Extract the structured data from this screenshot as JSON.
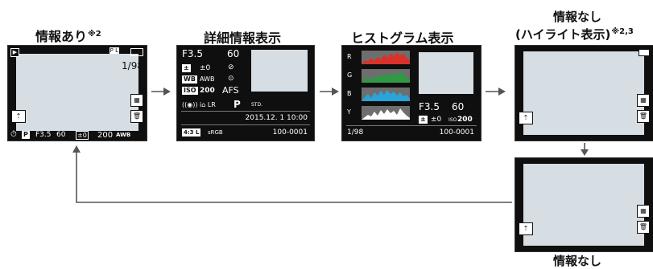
{
  "screens": {
    "info_on": {
      "title": "情報あり",
      "note": "※2",
      "top_right_line1": "P L",
      "frame_count": "1/98",
      "bottom_bar": {
        "mode": "P",
        "aperture": "F3.5",
        "shutter": "60",
        "exposure": "±0",
        "iso": "200",
        "wb": "AWB"
      },
      "icons": [
        "playback-mode-icon",
        "battery-icon",
        "photo-style-icon",
        "delete-icon",
        "display-mode-icon",
        "send-icon",
        "timer-icon"
      ]
    },
    "detail": {
      "title": "詳細情報表示",
      "aperture": "F3.5",
      "shutter": "60",
      "exposure_value": "±0",
      "wb_label": "AWB",
      "iso_value": "200",
      "af_mode": "AFS",
      "photo_style_code": "STD.",
      "exposure_mode": "P",
      "datetime": "2015.12.  1 10:00",
      "aspect": "4:3 L",
      "color_space": "sRGB",
      "file_number": "100-0001",
      "badges": {
        "wb": "WB",
        "iso": "ISO",
        "exp": "±"
      }
    },
    "histogram": {
      "title": "ヒストグラム表示",
      "channels": [
        "R",
        "G",
        "B",
        "Y"
      ],
      "aperture": "F3.5",
      "shutter": "60",
      "exposure_value": "±0",
      "iso_label": "ISO",
      "iso_value": "200",
      "frame_count": "1/98",
      "file_number": "100-0001",
      "channel_colors": {
        "R": "#d8322a",
        "G": "#2e9a45",
        "B": "#2aa3d8",
        "Y": "#ffffff"
      }
    },
    "info_off_highlight": {
      "title_line1": "情報なし",
      "title_line2": "(ハイライト表示)",
      "note": "※2,3"
    },
    "info_off": {
      "title": "情報なし"
    }
  },
  "colors": {
    "arrow": "#555555",
    "screen_bg": "#0f0f0f",
    "screen_inner": "#d6dde3"
  }
}
